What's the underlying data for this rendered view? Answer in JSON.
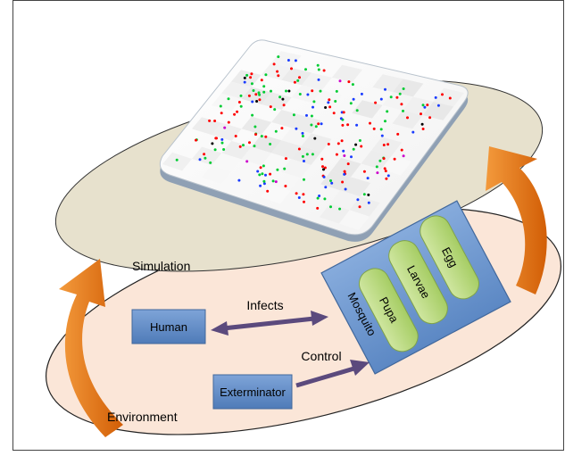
{
  "labels": {
    "simulation": "Simulation",
    "environment": "Environment",
    "human": "Human",
    "exterminator": "Exterminator",
    "mosquito": "Mosquito",
    "pupa": "Pupa",
    "larvae": "Larvae",
    "egg": "Egg",
    "infects": "Infects",
    "control": "Control"
  },
  "colors": {
    "simulation_ellipse": "#e7e1cd",
    "environment_ellipse": "#fbe6d8",
    "agent_box": "#5b86c2",
    "mosquito_box": "#6e98cf",
    "stage_box": "#b7d77b",
    "arrow_purple": "#5b4a7d",
    "cycle_arrow": "#e46c0a",
    "agent_colors": [
      "#ff0000",
      "#00cc33",
      "#1a3cff",
      "#000000",
      "#cc00cc"
    ]
  }
}
